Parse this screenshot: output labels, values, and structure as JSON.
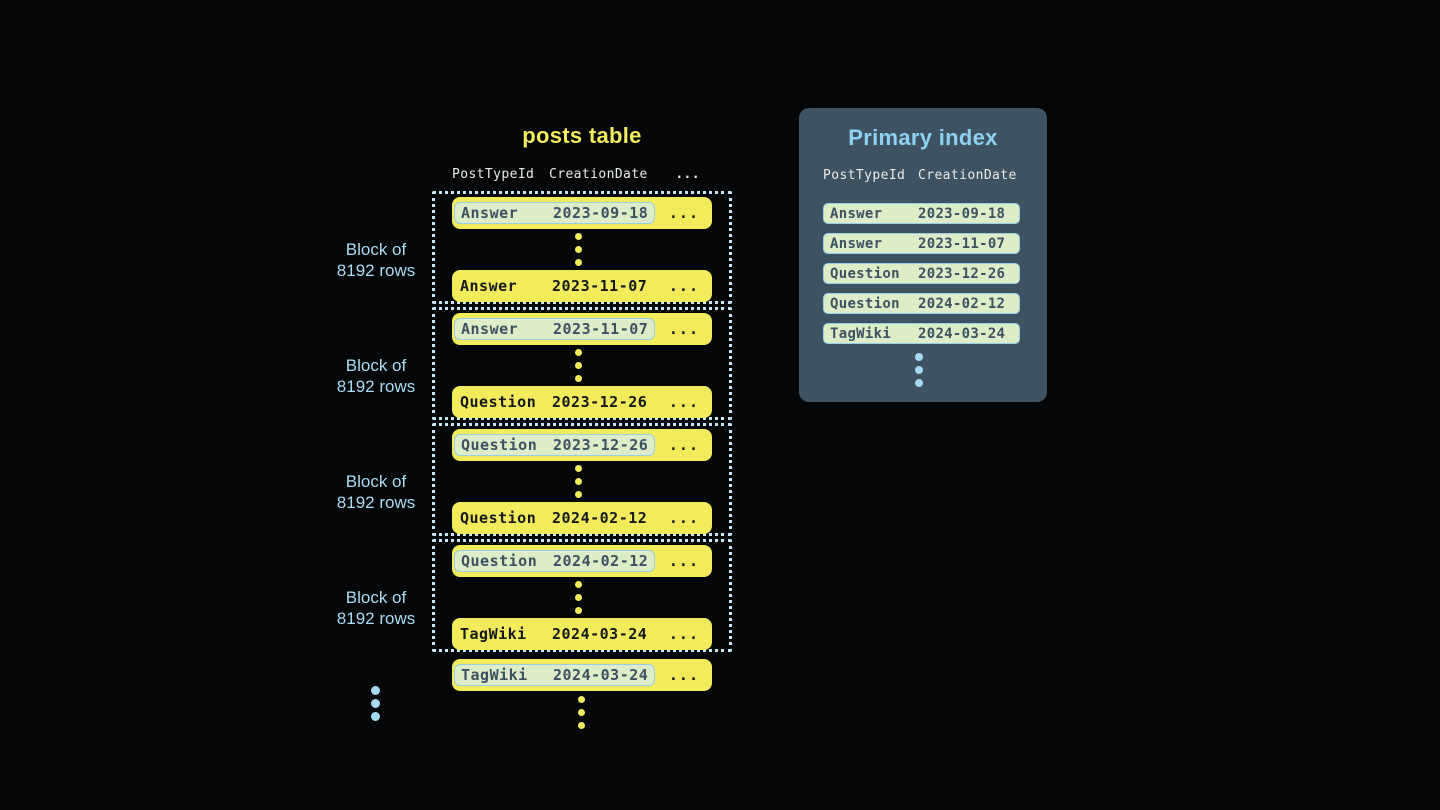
{
  "posts_table": {
    "title": "posts table",
    "header": {
      "post_type_id": "PostTypeId",
      "creation_date": "CreationDate",
      "more": "..."
    },
    "row_more": "...",
    "blocks": [
      {
        "label_line1": "Block of",
        "label_line2": "8192 rows",
        "first_row": {
          "post_type": "Answer",
          "creation_date": "2023-09-18"
        },
        "last_row": {
          "post_type": "Answer",
          "creation_date": "2023-11-07"
        }
      },
      {
        "label_line1": "Block of",
        "label_line2": "8192 rows",
        "first_row": {
          "post_type": "Answer",
          "creation_date": "2023-11-07"
        },
        "last_row": {
          "post_type": "Question",
          "creation_date": "2023-12-26"
        }
      },
      {
        "label_line1": "Block of",
        "label_line2": "8192 rows",
        "first_row": {
          "post_type": "Question",
          "creation_date": "2023-12-26"
        },
        "last_row": {
          "post_type": "Question",
          "creation_date": "2024-02-12"
        }
      },
      {
        "label_line1": "Block of",
        "label_line2": "8192 rows",
        "first_row": {
          "post_type": "Question",
          "creation_date": "2024-02-12"
        },
        "last_row": {
          "post_type": "TagWiki",
          "creation_date": "2024-03-24"
        }
      }
    ],
    "overflow_row": {
      "post_type": "TagWiki",
      "creation_date": "2024-03-24"
    }
  },
  "primary_index": {
    "title": "Primary index",
    "header": {
      "post_type_id": "PostTypeId",
      "creation_date": "CreationDate"
    },
    "rows": [
      {
        "post_type": "Answer",
        "creation_date": "2023-09-18"
      },
      {
        "post_type": "Answer",
        "creation_date": "2023-11-07"
      },
      {
        "post_type": "Question",
        "creation_date": "2023-12-26"
      },
      {
        "post_type": "Question",
        "creation_date": "2024-02-12"
      },
      {
        "post_type": "TagWiki",
        "creation_date": "2024-03-24"
      }
    ]
  },
  "colors": {
    "background": "#050607",
    "row_yellow": "#F2EB5C",
    "highlight_green": "#DCEDC7",
    "highlight_border_blue": "#96CFE6",
    "accent_light_blue": "#A5DAF2",
    "panel_slate": "#3E5262",
    "posts_title_yellow": "#F2EC5E",
    "index_title_blue": "#8BD3F1",
    "dotted_border_blue": "#C6E7F3"
  }
}
